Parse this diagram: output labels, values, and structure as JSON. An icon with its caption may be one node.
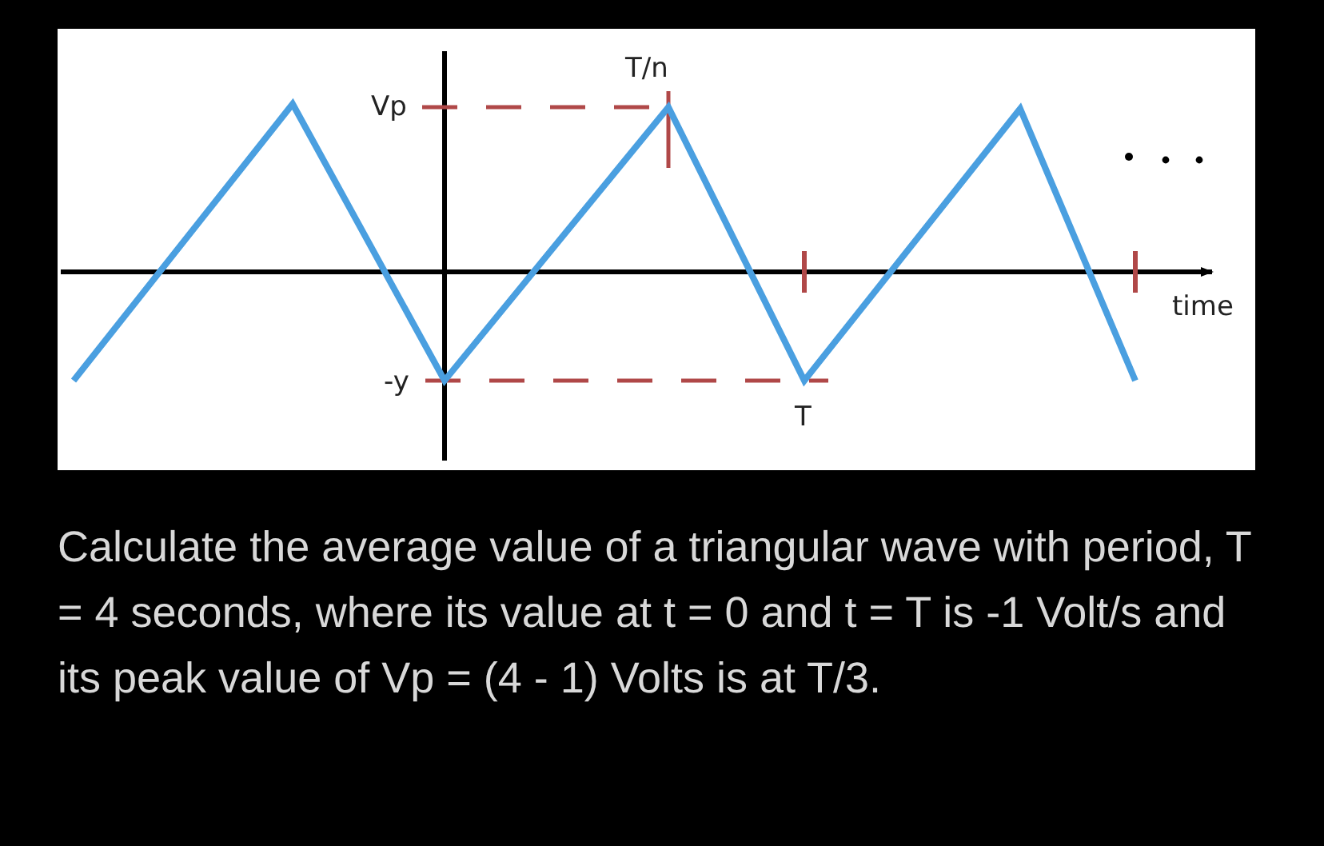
{
  "diagram": {
    "caption": "Calculate the average value of a triangular wave with period, T = 4 seconds, where its value at t = 0 and t = T is -1 Volt/s and its peak value of Vp = (4 - 1) Volts is at T/3.",
    "labels": [
      "T/n",
      "Vp",
      "time",
      "-y",
      "T"
    ]
  }
}
